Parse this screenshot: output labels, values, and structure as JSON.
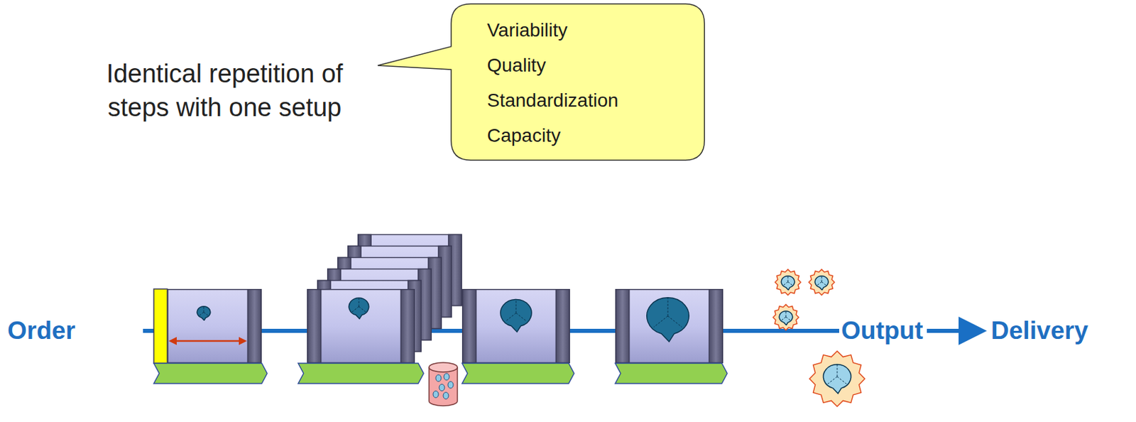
{
  "diagram": {
    "nodes": [
      {
        "text": [
          "Variability",
          "Quality",
          "Standardization",
          "Capacity"
        ]
      }
    ],
    "labels": [
      "Identical repetition of steps with one setup",
      "Order",
      "Output",
      "Delivery"
    ]
  }
}
